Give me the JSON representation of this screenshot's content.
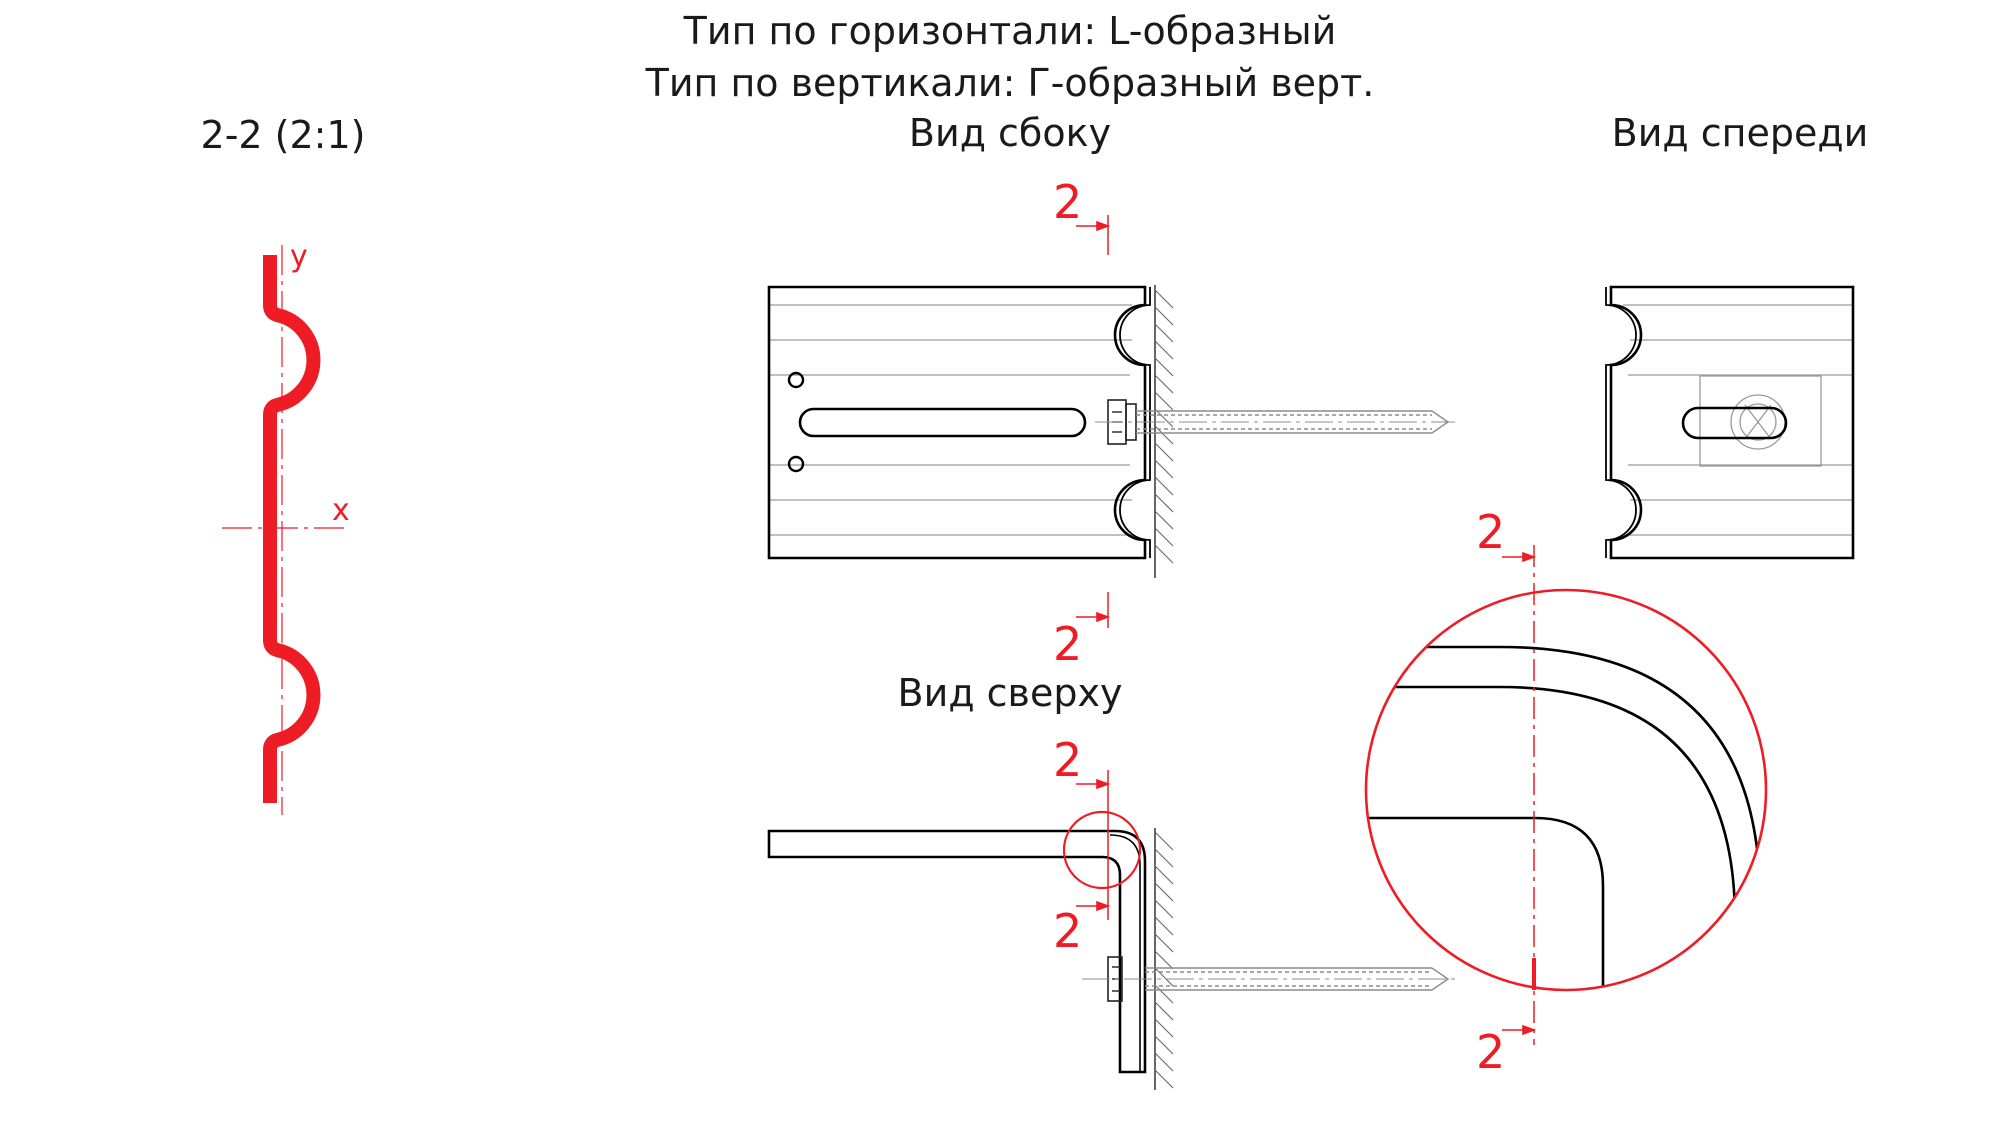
{
  "titles": {
    "horizontal_type": "Тип по горизонтали: L-образный",
    "vertical_type": "Тип по вертикали: Г-образный верт.",
    "section": "2-2 (2:1)",
    "side_view": "Вид сбоку",
    "front_view": "Вид спереди",
    "top_view": "Вид сверху"
  },
  "axes": {
    "x": "x",
    "y": "y"
  },
  "cut_marks": {
    "label": "2"
  },
  "colors": {
    "line": "#000000",
    "thin": "#9a9a9a",
    "section": "#ee1c25",
    "text": "#1a1a1a"
  }
}
